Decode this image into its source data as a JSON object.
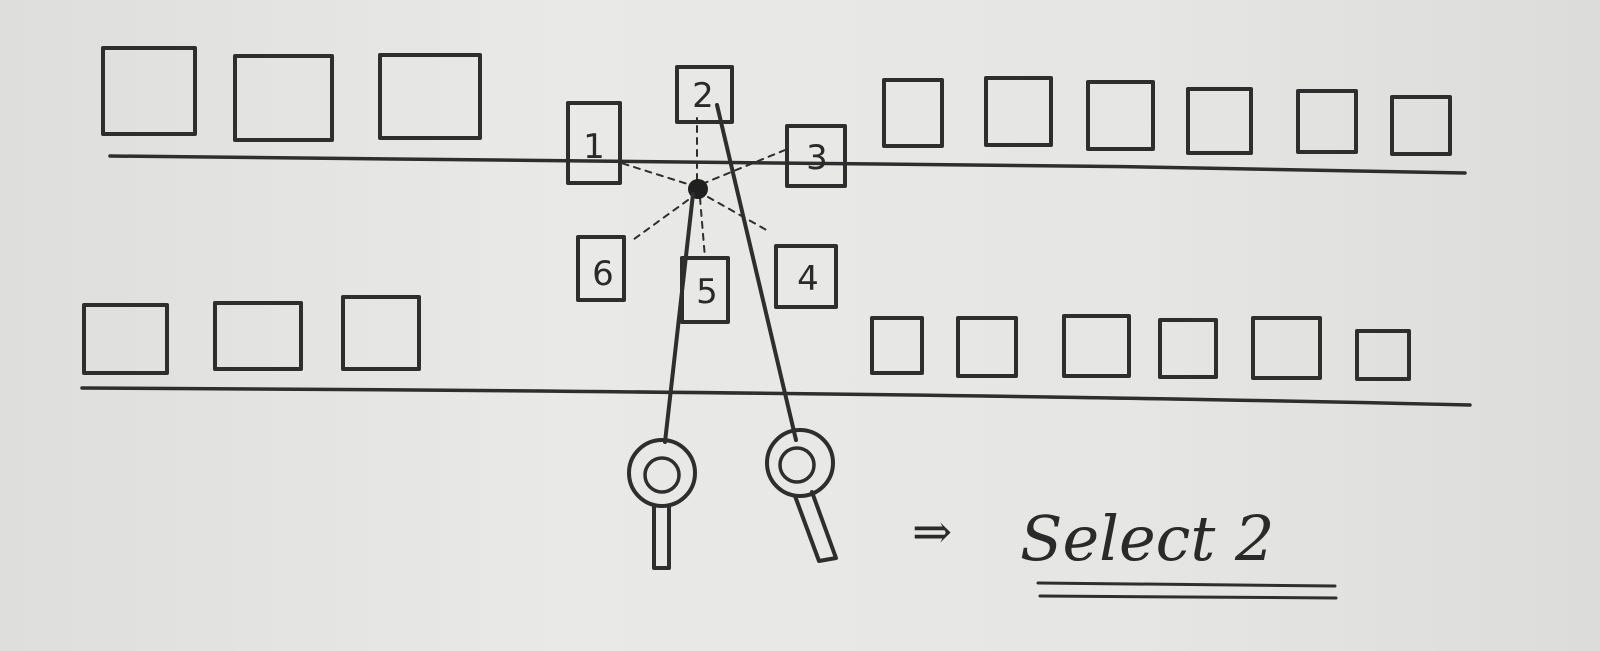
{
  "diagram": {
    "labels": {
      "box_1": "1",
      "box_2": "2",
      "box_3": "3",
      "box_4": "4",
      "box_5": "5",
      "box_6": "6"
    },
    "arrow": "⇒",
    "instruction": "Select 2",
    "colors": {
      "paper": "#e6e6e4",
      "ink": "#2e2e2e"
    }
  }
}
